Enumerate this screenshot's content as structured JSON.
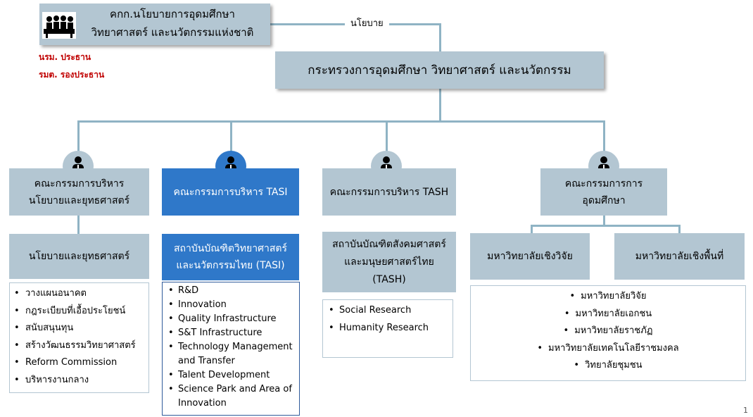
{
  "policy_committee": {
    "line1": "คกก.นโยบายการอุดมศึกษา",
    "line2": "วิทยาศาสตร์ และนวัตกรรมแห่งชาติ",
    "chair": "นรม. ประธาน",
    "vice_chair": "รมต. รองประธาน"
  },
  "policy_label": "นโยบาย",
  "ministry": "กระทรวงการอุดมศึกษา วิทยาศาสตร์ และนวัตกรรม",
  "committees": {
    "c1": "คณะกรรมการบริหาร\nนโยบายและยุทธศาสตร์",
    "c2": "คณะกรรมการบริหาร TASI",
    "c3": "คณะกรรมการบริหาร TASH",
    "c4": "คณะกรรมการการ\nอุดมศึกษา"
  },
  "units": {
    "u1": "นโยบายและยุทธศาสตร์",
    "u2": "สถาบันบัณฑิตวิทยาศาสตร์\nและนวัตกรรมไทย (TASI)",
    "u3": "สถาบันบัณฑิตสังคมศาสตร์\nและมนุษยศาสตร์ไทย\n(TASH)",
    "u4a": "มหาวิทยาลัยเชิงวิจัย",
    "u4b": "มหาวิทยาลัยเชิงพื้นที่"
  },
  "lists": {
    "policy": [
      "วางแผนอนาคต",
      "กฎระเบียบที่เอื้อประโยชน์",
      "สนับสนุนทุน",
      "สร้างวัฒนธรรมวิทยาศาสตร์",
      "Reform Commission",
      "บริหารงานกลาง"
    ],
    "tasi": [
      "R&D",
      "Innovation",
      "Quality Infrastructure",
      "S&T Infrastructure",
      "Technology Management and Transfer",
      "Talent Development",
      "Science Park and Area of Innovation"
    ],
    "tash": [
      "Social Research",
      "Humanity Research"
    ],
    "universities": [
      "มหาวิทยาลัยวิจัย",
      "มหาวิทยาลัยเอกชน",
      "มหาวิทยาลัยราชภัฏ",
      "มหาวิทยาลัยเทคโนโลยีราชมงคล",
      "วิทยาลัยชุมชน"
    ]
  },
  "page_number": "1",
  "colors": {
    "grey_box": "#b3c6d2",
    "blue_box": "#2f78c9",
    "connector": "#8fb3c4",
    "red_text": "#c00000",
    "list_border": "#b3c6d2",
    "tasi_border": "#2f5a9a"
  }
}
